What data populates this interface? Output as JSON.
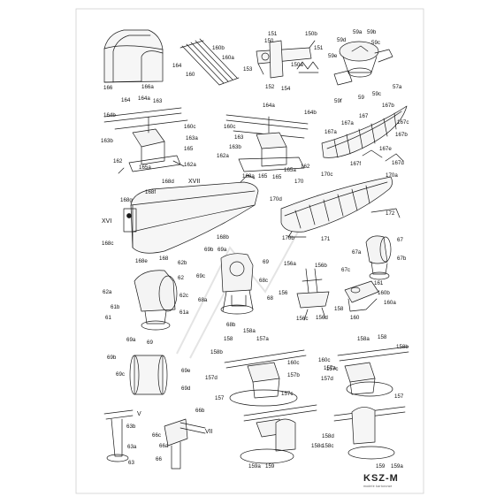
{
  "labels": {
    "l166": "166",
    "l166a": "166a",
    "l164": "164",
    "l160": "160",
    "l160b": "160b",
    "l160a": "160a",
    "l151": "151",
    "l150b": "150b",
    "l150": "150",
    "l151b": "151",
    "l153": "153",
    "l150a": "150a",
    "l152": "152",
    "l154": "154",
    "l59a": "59a",
    "l59b": "59b",
    "l59d": "59d",
    "l59c_top": "59c",
    "l59e": "59e",
    "l59": "59",
    "l59f": "59f",
    "l59c": "59c",
    "l57a": "57a",
    "l164_2": "164",
    "l164a_2": "164a",
    "l163_2": "163",
    "l164b_2": "164b",
    "l160c_2": "160c",
    "l163b_2": "163b",
    "l163a_2": "163a",
    "l165_2": "165",
    "l162_2": "162",
    "l165a_2": "165a",
    "l162a_2": "162a",
    "l160c_3": "160c",
    "l164a_3": "164a",
    "l164b_3": "164b",
    "l163_3": "163",
    "l163b_3": "163b",
    "l162a_3": "162a",
    "l165a_3": "165a",
    "l162_3": "162",
    "l165_3": "165",
    "l167b": "167b",
    "l167c": "167c",
    "l167": "167",
    "l167a": "167a",
    "l167a_2": "167a",
    "l167f": "167f",
    "l167e": "167e",
    "l167d": "167d",
    "l167b_2": "167b",
    "l168d": "168d",
    "lXVII": "XVII",
    "l168f": "168f",
    "l168g": "168g",
    "lXVI": "XVI",
    "l168c": "168c",
    "l168b": "168b",
    "l69b": "69b",
    "l69a": "69a",
    "l168e": "168e",
    "l168": "168",
    "l168a": "168a",
    "l165_4": "165",
    "l170": "170",
    "l170c": "170c",
    "l170a": "170a",
    "l170d": "170d",
    "l172": "172",
    "l171": "171",
    "l170b": "170b",
    "l67": "67",
    "l67a": "67a",
    "l67b": "67b",
    "l67c": "67c",
    "l62b": "62b",
    "l62": "62",
    "l62a": "62a",
    "l62c": "62c",
    "l61b": "61b",
    "l61": "61",
    "l61a": "61a",
    "l69": "69",
    "l69c": "69c",
    "l68c": "68c",
    "l68a": "68a",
    "l68": "68",
    "l68b": "68b",
    "l156a": "156a",
    "l156b": "156b",
    "l156": "156",
    "l156c": "156c",
    "l156d": "156d",
    "l161": "161",
    "l160b_2": "160b",
    "l160a_2": "160a",
    "l158_5": "158",
    "l160_2": "160",
    "l69a_2": "69a",
    "l69_2": "69",
    "l69b_2": "69b",
    "l69c_2": "69c",
    "l69e": "69e",
    "l69d": "69d",
    "l158a_6": "158a",
    "l158_6": "158",
    "l157a_6": "157a",
    "l158b_6": "158b",
    "l160c_6": "160c",
    "l157b_6": "157b",
    "l157d_6": "157d",
    "l157c_6": "157c",
    "l157_6": "157",
    "l158a_7": "158a",
    "l158_7": "158",
    "l158b_7": "158b",
    "l160c_7": "160c",
    "l157a_7": "157a",
    "l157c_7": "157c",
    "l157d_7": "157d",
    "l157_7": "157",
    "lV": "V",
    "l63b": "63b",
    "l63a": "63a",
    "l63": "63",
    "l66b": "66b",
    "lVII": "VII",
    "l66c": "66c",
    "l66a": "66a",
    "l66": "66",
    "l158c_8": "158c",
    "l159a_8": "159a",
    "l159_8": "159",
    "l158d_9": "158d",
    "l158c_9": "158c",
    "l159_9": "159",
    "l159a_9": "159a"
  },
  "brand": {
    "logo": "KSZ-M",
    "subtitle": "modele kartonowe"
  },
  "colors": {
    "ink": "#1a1a1a",
    "paper": "#ffffff",
    "fill": "#f4f4f4",
    "watermark": "#e6e6e6"
  }
}
